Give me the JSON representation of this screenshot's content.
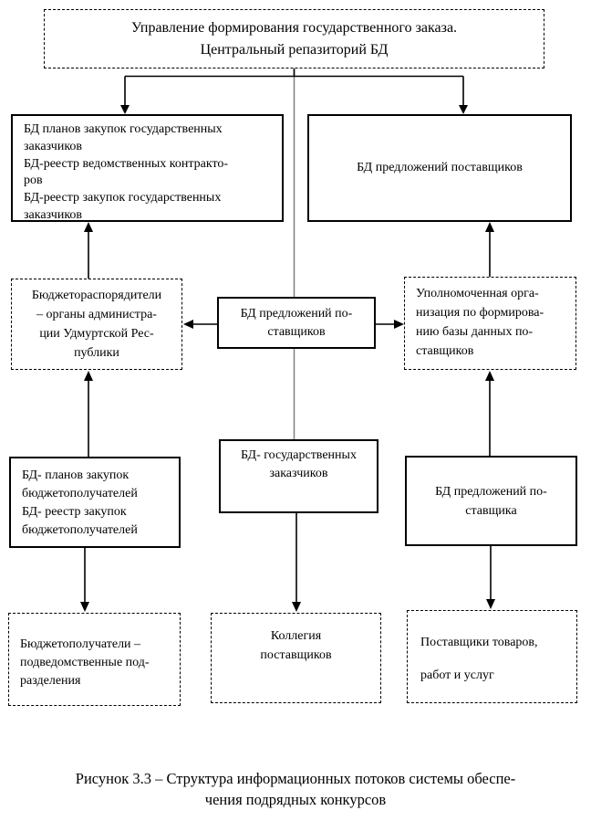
{
  "colors": {
    "background": "#ffffff",
    "box_border": "#000000",
    "connector": "#000000",
    "trunk_line": "#808080"
  },
  "diagram": {
    "nodes": {
      "top": {
        "label": "Управление формирования государственного заказа.\nЦентральный репазиторий БД"
      },
      "upper_left": {
        "label": "БД планов закупок государственных\nзаказчиков\nБД-реестр ведомственных контракто-\nров\nБД-реестр закупок государственных\nзаказчиков"
      },
      "upper_right": {
        "label": "БД предложений поставщиков"
      },
      "mid_left": {
        "label": "Бюджетораспорядители\n– органы администра-\nции Удмуртской Рес-\nпублики"
      },
      "center": {
        "label": "БД предложений по-\nставщиков"
      },
      "mid_right": {
        "label": "Уполномоченная орга-\nнизация по формирова-\nнию базы данных по-\nставщиков"
      },
      "lower_left": {
        "label": "БД- планов закупок\nбюджетополучателей\nБД- реестр закупок\nбюджетополучателей"
      },
      "lower_center": {
        "label": "БД- государственных\nзаказчиков"
      },
      "lower_right": {
        "label": "БД предложений по-\nставщика"
      },
      "bottom_left": {
        "label": "Бюджетополучатели –\nподведомственные под-\nразделения"
      },
      "bottom_center": {
        "label": "Коллегия\nпоставщиков"
      },
      "bottom_right": {
        "label": "Поставщики товаров,\n\nработ и услуг"
      }
    },
    "caption": "Рисунок 3.3 – Структура информационных потоков системы обеспе-\nчения подрядных конкурсов"
  }
}
